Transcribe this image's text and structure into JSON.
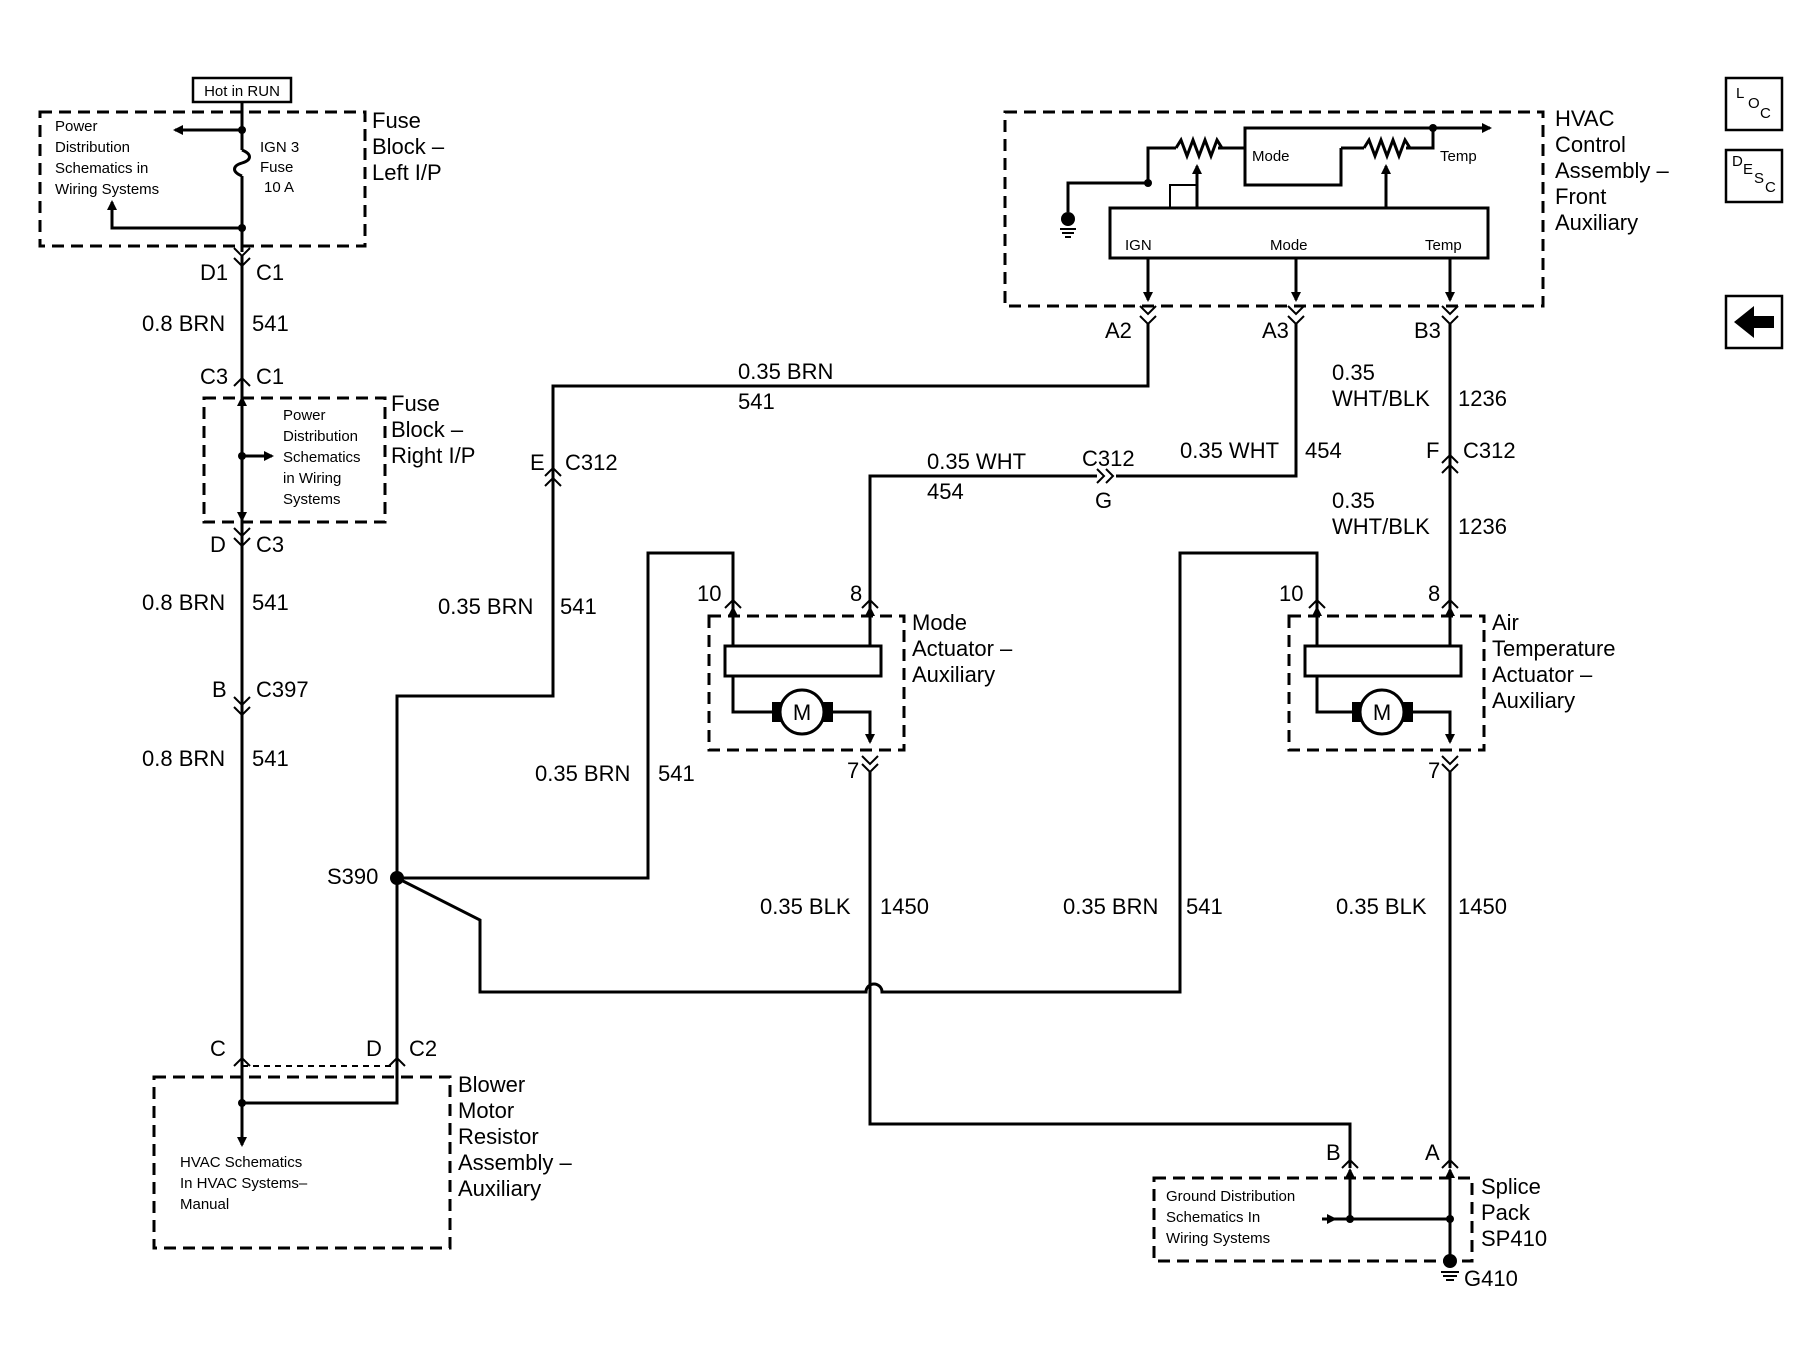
{
  "header": {
    "hot_in_run": "Hot in RUN"
  },
  "nav": {
    "loc": {
      "l": "L",
      "o": "O",
      "c": "C"
    },
    "desc": {
      "d": "D",
      "e": "E",
      "s": "S",
      "c": "C"
    }
  },
  "components": {
    "fuse_left": {
      "name": [
        "Fuse",
        "Block –",
        "Left I/P"
      ],
      "note": [
        "Power",
        "Distribution",
        "Schematics in",
        "Wiring Systems"
      ],
      "fuse": [
        "IGN 3",
        "Fuse",
        "10 A"
      ]
    },
    "fuse_right": {
      "name": [
        "Fuse",
        "Block –",
        "Right I/P"
      ],
      "note": [
        "Power",
        "Distribution",
        "Schematics",
        "in Wiring",
        "Systems"
      ]
    },
    "hvac": {
      "name": [
        "HVAC",
        "Control",
        "Assembly –",
        "Front",
        "Auxiliary"
      ],
      "mode": "Mode",
      "temp": "Temp",
      "ign": "IGN",
      "mode_pin": "Mode",
      "temp_pin": "Temp"
    },
    "mode_actuator": {
      "name": [
        "Mode",
        "Actuator –",
        "Auxiliary"
      ],
      "motor": "M"
    },
    "air_temp_actuator": {
      "name": [
        "Air",
        "Temperature",
        "Actuator –",
        "Auxiliary"
      ],
      "motor": "M"
    },
    "blower": {
      "name": [
        "Blower",
        "Motor",
        "Resistor",
        "Assembly –",
        "Auxiliary"
      ],
      "note": [
        "HVAC Schematics",
        "In HVAC Systems–",
        "Manual"
      ]
    },
    "splice_pack": {
      "name": [
        "Splice",
        "Pack",
        "SP410"
      ],
      "note": [
        "Ground Distribution",
        "Schematics In",
        "Wiring Systems"
      ]
    },
    "ground": "G410",
    "splice": "S390"
  },
  "connectors": {
    "d1": "D1",
    "c1a": "C1",
    "c3a": "C3",
    "c1b": "C1",
    "d": "D",
    "c3b": "C3",
    "b": "B",
    "c397": "C397",
    "c": "C",
    "d2": "D",
    "c2": "C2",
    "e": "E",
    "c312a": "C312",
    "c312b": "C312",
    "g": "G",
    "f": "F",
    "c312c": "C312",
    "a2": "A2",
    "a3": "A3",
    "b3": "B3",
    "mode10": "10",
    "mode8": "8",
    "mode7": "7",
    "temp10": "10",
    "temp8": "8",
    "temp7": "7",
    "spb": "B",
    "spa": "A"
  },
  "wires": {
    "w1": {
      "gauge": "0.8 BRN",
      "circuit": "541"
    },
    "w2": {
      "gauge": "0.8 BRN",
      "circuit": "541"
    },
    "w3": {
      "gauge": "0.8 BRN",
      "circuit": "541"
    },
    "w4": {
      "gauge": "0.35 BRN",
      "circuit": "541"
    },
    "w5": {
      "gauge": "0.35 BRN",
      "circuit": "541"
    },
    "w6": {
      "gauge": "0.35 BRN",
      "circuit": "541"
    },
    "w7": {
      "gauge": "0.35 BRN",
      "circuit": "541"
    },
    "w8": {
      "gauge": "0.35 WHT",
      "circuit": "454"
    },
    "w9": {
      "gauge": "0.35 WHT",
      "circuit": "454"
    },
    "w10": {
      "gauge": [
        "0.35",
        "WHT/BLK"
      ],
      "circuit": "1236"
    },
    "w11": {
      "gauge": [
        "0.35",
        "WHT/BLK"
      ],
      "circuit": "1236"
    },
    "w12": {
      "gauge": "0.35 BLK",
      "circuit": "1450"
    },
    "w13": {
      "gauge": "0.35 BLK",
      "circuit": "1450"
    }
  }
}
